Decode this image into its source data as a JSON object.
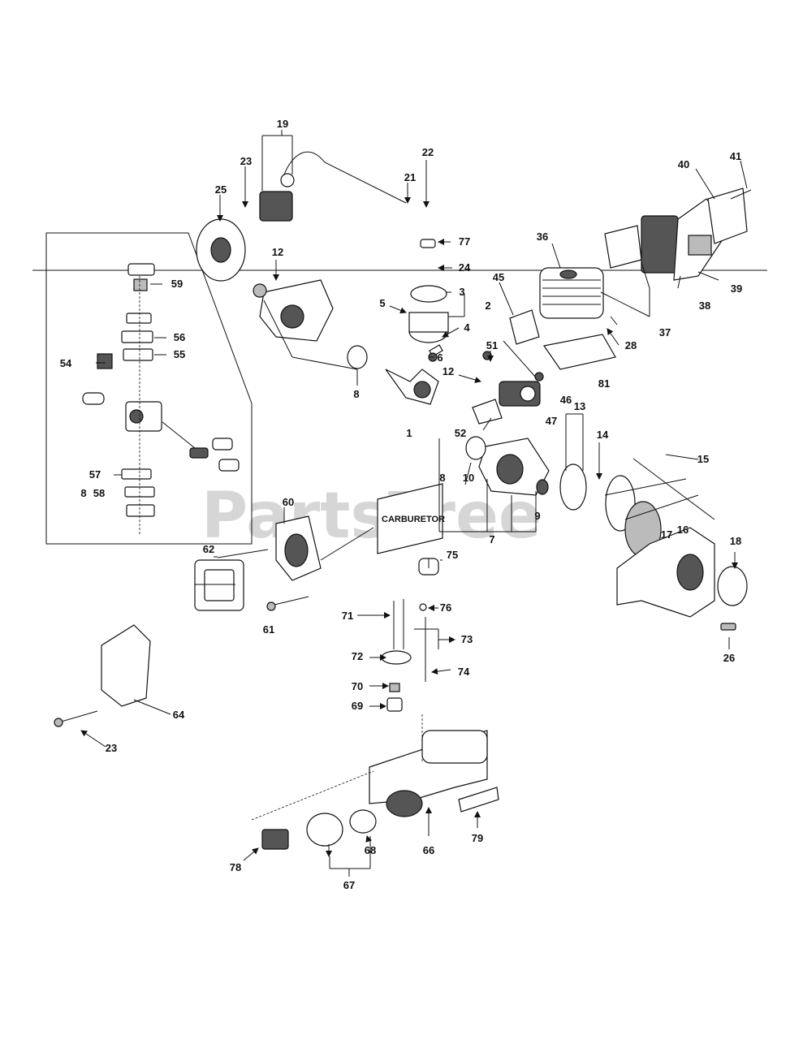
{
  "watermark": "PartsTree",
  "carburetor_label": "CARBURETOR",
  "callouts": [
    "1",
    "2",
    "3",
    "4",
    "5",
    "6",
    "7",
    "8",
    "8",
    "8",
    "9",
    "10",
    "12",
    "12",
    "13",
    "14",
    "15",
    "16",
    "17",
    "18",
    "19",
    "21",
    "22",
    "23",
    "23",
    "24",
    "25",
    "26",
    "28",
    "36",
    "37",
    "38",
    "39",
    "40",
    "41",
    "45",
    "46",
    "47",
    "51",
    "52",
    "54",
    "55",
    "56",
    "57",
    "58",
    "59",
    "60",
    "61",
    "62",
    "64",
    "66",
    "67",
    "68",
    "69",
    "70",
    "71",
    "72",
    "73",
    "74",
    "75",
    "76",
    "77",
    "78",
    "79",
    "81"
  ]
}
